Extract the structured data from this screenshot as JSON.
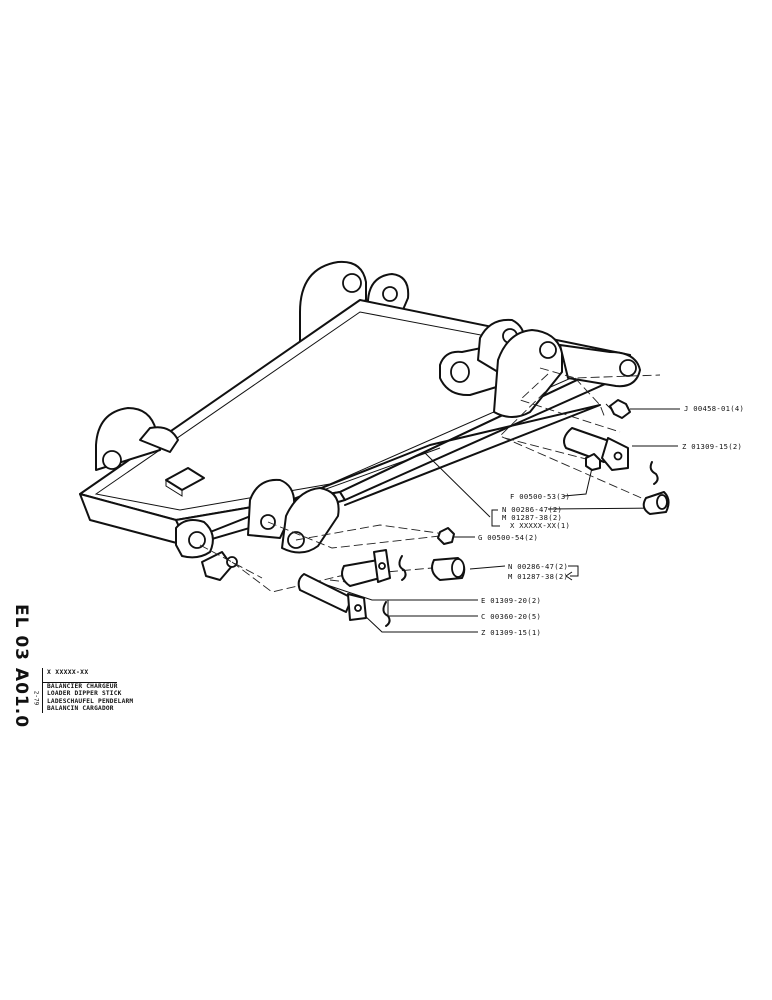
{
  "document": {
    "code": "EL 03 A01.0",
    "date": "2-79",
    "reference_header": "X XXXXX-XX",
    "titles": [
      "BALANCIER CHARGEUR",
      "LOADER DIPPER STICK",
      "LADESCHAUFEL PENDELARM",
      "BALANCIN CARGADOR"
    ]
  },
  "parts": [
    {
      "id": "J",
      "label": "J 00458-01(4)"
    },
    {
      "id": "Z-right",
      "label": "Z 01309-15(2)"
    },
    {
      "id": "F",
      "label": "F 00500-53(3)"
    },
    {
      "id": "N-upper",
      "label": "N 00286-47(2)"
    },
    {
      "id": "M-upper",
      "label": "M 01287-38(2)"
    },
    {
      "id": "X-ref",
      "label": "X XXXXX-XX(1)"
    },
    {
      "id": "G",
      "label": "G 00500-54(2)"
    },
    {
      "id": "N-lower",
      "label": "N 00286-47(2)"
    },
    {
      "id": "M-lower",
      "label": "M 01287-38(2)"
    },
    {
      "id": "E",
      "label": "E 01309-20(2)"
    },
    {
      "id": "C",
      "label": "C 00360-20(5)"
    },
    {
      "id": "Z-lower",
      "label": "Z 01309-15(1)"
    }
  ]
}
